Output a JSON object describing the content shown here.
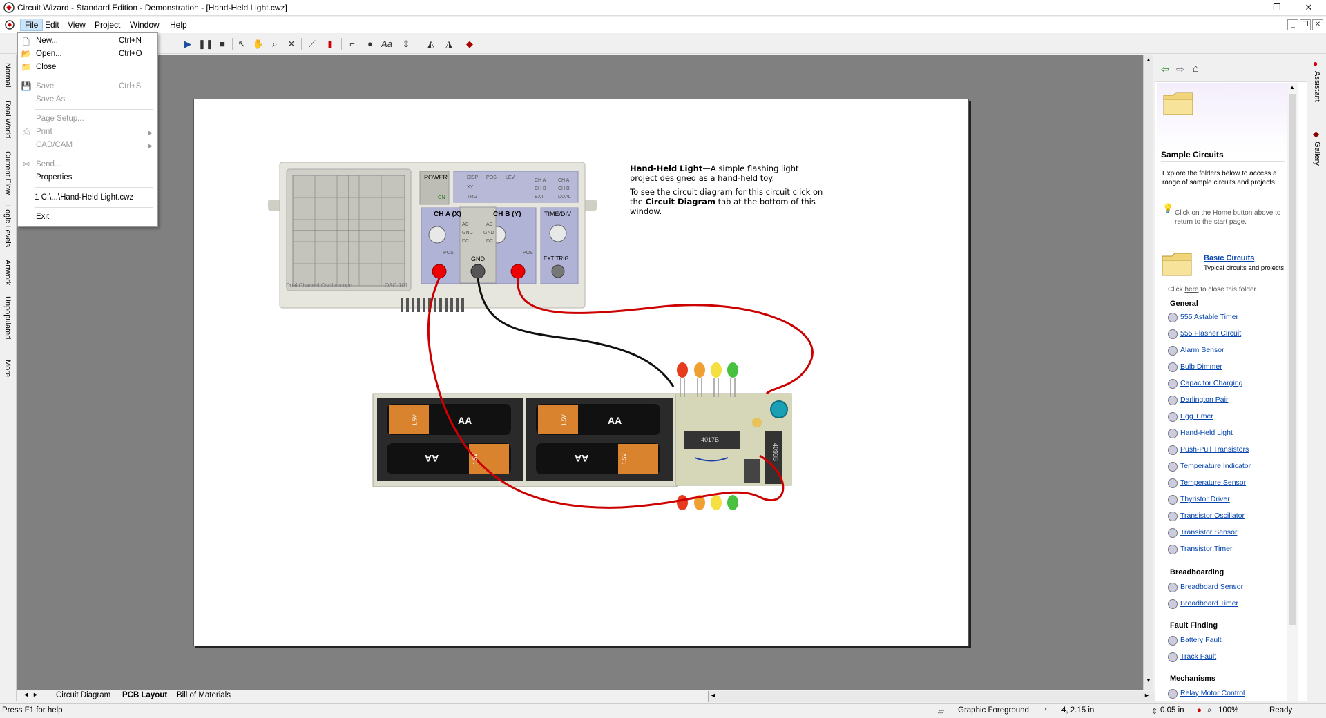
{
  "window": {
    "title": "Circuit Wizard - Standard Edition - Demonstration - [Hand-Held Light.cwz]",
    "minimize": "—",
    "maximize": "❐",
    "close": "✕"
  },
  "menubar": {
    "items": [
      "File",
      "Edit",
      "View",
      "Project",
      "Window",
      "Help"
    ]
  },
  "file_menu": {
    "items": [
      {
        "label": "New...",
        "shortcut": "Ctrl+N",
        "enabled": true
      },
      {
        "label": "Open...",
        "shortcut": "Ctrl+O",
        "enabled": true
      },
      {
        "label": "Close",
        "shortcut": "",
        "enabled": true
      },
      {
        "label": "Save",
        "shortcut": "Ctrl+S",
        "enabled": false
      },
      {
        "label": "Save As...",
        "shortcut": "",
        "enabled": false
      },
      {
        "label": "Page Setup...",
        "shortcut": "",
        "enabled": false
      },
      {
        "label": "Print",
        "shortcut": "",
        "enabled": false
      },
      {
        "label": "CAD/CAM",
        "shortcut": "",
        "enabled": false
      },
      {
        "label": "Send...",
        "shortcut": "",
        "enabled": false
      },
      {
        "label": "Properties",
        "shortcut": "",
        "enabled": true
      },
      {
        "label": "1  C:\\...\\Hand-Held Light.cwz",
        "shortcut": "",
        "enabled": true
      },
      {
        "label": "Exit",
        "shortcut": "",
        "enabled": true
      }
    ]
  },
  "left_tabs": [
    "Normal",
    "Real World",
    "Current Flow",
    "Logic Levels",
    "Artwork",
    "Unpopulated",
    "More"
  ],
  "description": {
    "title": "Hand-Held Light",
    "intro": "—A simple flashing light project designed as a hand-held toy.",
    "para2_a": "To see the circuit diagram for this circuit click on the ",
    "para2_b": "Circuit Diagram",
    "para2_c": " tab at the bottom of this window."
  },
  "oscilloscope": {
    "power": "POWER",
    "on": "ON",
    "disp": "DISP",
    "xy": "XY",
    "trg": "TRG",
    "pos": "POS",
    "lev": "LEV",
    "cha_small": "CH A",
    "chb_small": "CH B",
    "ext": "EXT",
    "dual": "DUAL",
    "cha": "CH A (X)",
    "chb": "CH B (Y)",
    "timediv": "TIME/DIV",
    "ac": "AC",
    "gnd_small": "GND",
    "dc": "DC",
    "gnd": "GND",
    "exttrig": "EXT TRIG",
    "name": "Dual Channel Oscilloscope",
    "model": "OSC-101"
  },
  "battery": {
    "label": "AA",
    "voltage": "1.5V"
  },
  "board": {
    "ic1": "4017B",
    "ic2": "4093B"
  },
  "bottom_tabs": [
    "Circuit Diagram",
    "PCB Layout",
    "Bill of Materials"
  ],
  "active_tab": "PCB Layout",
  "status": {
    "help": "Press F1 for help",
    "layer": "Graphic Foreground",
    "coords": "4, 2.15 in",
    "snap": "0.05 in",
    "zoom": "100%",
    "state": "Ready"
  },
  "right_panel": {
    "title": "Sample Circuits",
    "intro": "Explore the folders below to access a range of sample circuits and projects.",
    "hint": "Click on the Home button above to return to the start page.",
    "folder_title": "Basic Circuits",
    "folder_desc": "Typical circuits and projects.",
    "close_hint_a": "Click ",
    "close_hint_link": "here",
    "close_hint_b": " to close this folder.",
    "sections": [
      {
        "name": "General",
        "links": [
          "555 Astable Timer",
          "555 Flasher Circuit",
          "Alarm Sensor",
          "Bulb Dimmer",
          "Capacitor Charging",
          "Darlington Pair",
          "Egg Timer",
          "Hand-Held Light",
          "Push-Pull Transistors",
          "Temperature Indicator",
          "Temperature Sensor",
          "Thyristor Driver",
          "Transistor Oscillator",
          "Transistor Sensor",
          "Transistor Timer"
        ]
      },
      {
        "name": "Breadboarding",
        "links": [
          "Breadboard Sensor",
          "Breadboard Timer"
        ]
      },
      {
        "name": "Fault Finding",
        "links": [
          "Battery Fault",
          "Track Fault"
        ]
      },
      {
        "name": "Mechanisms",
        "links": [
          "Relay Motor Control"
        ]
      }
    ]
  },
  "right_tabs": [
    "Assistant",
    "Gallery"
  ]
}
